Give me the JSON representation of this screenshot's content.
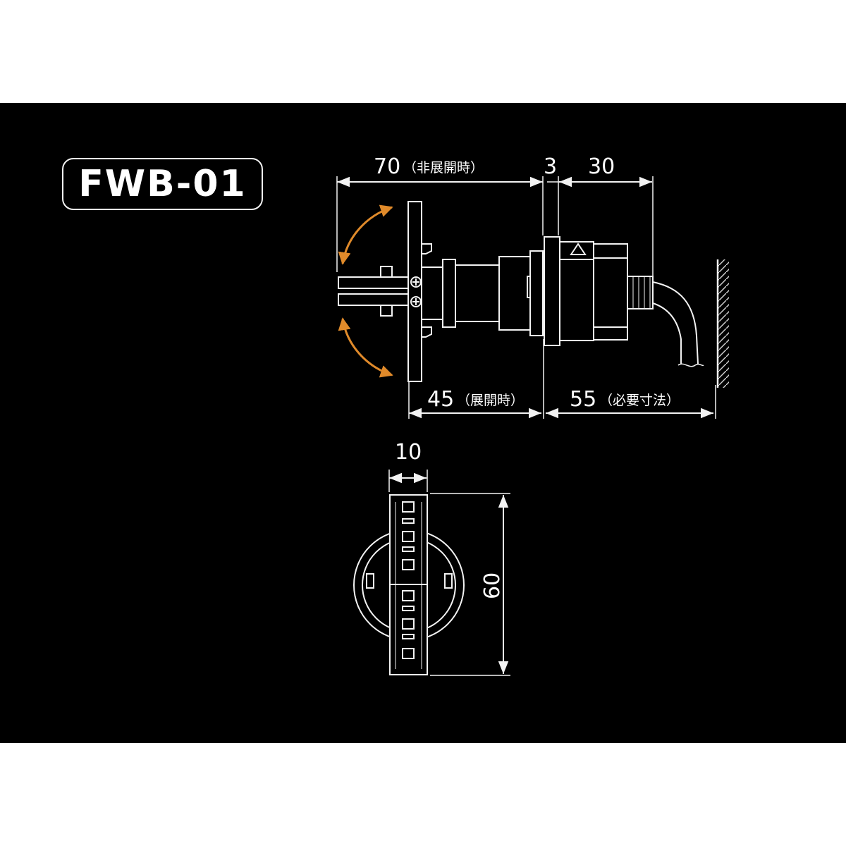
{
  "model": "FWB-01",
  "dimensions": {
    "top_total": {
      "value": "70",
      "note": "（非展開時）"
    },
    "top_gap": "3",
    "top_right": "30",
    "bottom_left": {
      "value": "45",
      "note": "（展開時）"
    },
    "bottom_right": {
      "value": "55",
      "note": "（必要寸法）"
    },
    "front_width": "10",
    "front_height": "60"
  },
  "colors": {
    "background": "#000000",
    "line": "#f2f2f2",
    "arrow": "#e08a2a"
  }
}
